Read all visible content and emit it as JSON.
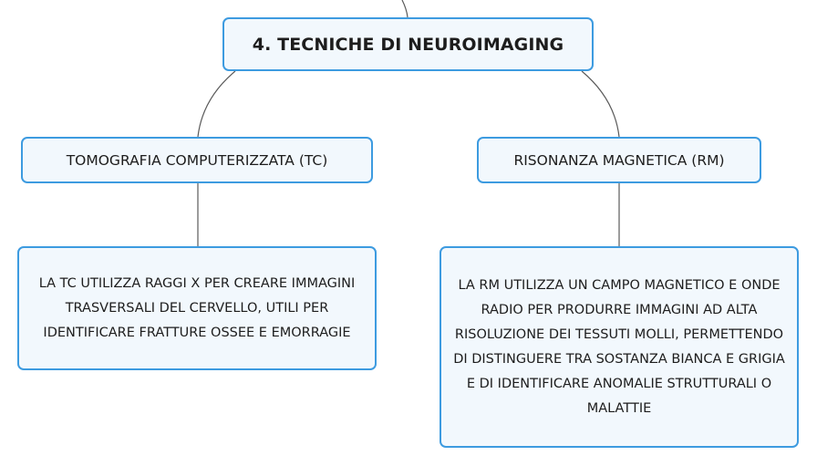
{
  "root": {
    "title": "4. TECNICHE DI NEUROIMAGING"
  },
  "branches": [
    {
      "title": "TOMOGRAFIA COMPUTERIZZATA (TC)",
      "description": "LA TC UTILIZZA RAGGI X PER CREARE IMMAGINI TRASVERSALI DEL CERVELLO, UTILI PER IDENTIFICARE FRATTURE OSSEE E EMORRAGIE"
    },
    {
      "title": "RISONANZA MAGNETICA (RM)",
      "description": "LA RM UTILIZZA UN CAMPO MAGNETICO E ONDE RADIO PER PRODURRE IMMAGINI AD ALTA RISOLUZIONE DEI TESSUTI MOLLI, PERMETTENDO DI DISTINGUERE TRA SOSTANZA BIANCA E GRIGIA E DI IDENTIFICARE ANOMALIE STRUTTURALI O MALATTIE"
    }
  ],
  "colors": {
    "node_border": "#3d9be0",
    "node_fill": "#f2f8fd",
    "connector": "#5a5a5a",
    "text": "#1d1d1d"
  }
}
